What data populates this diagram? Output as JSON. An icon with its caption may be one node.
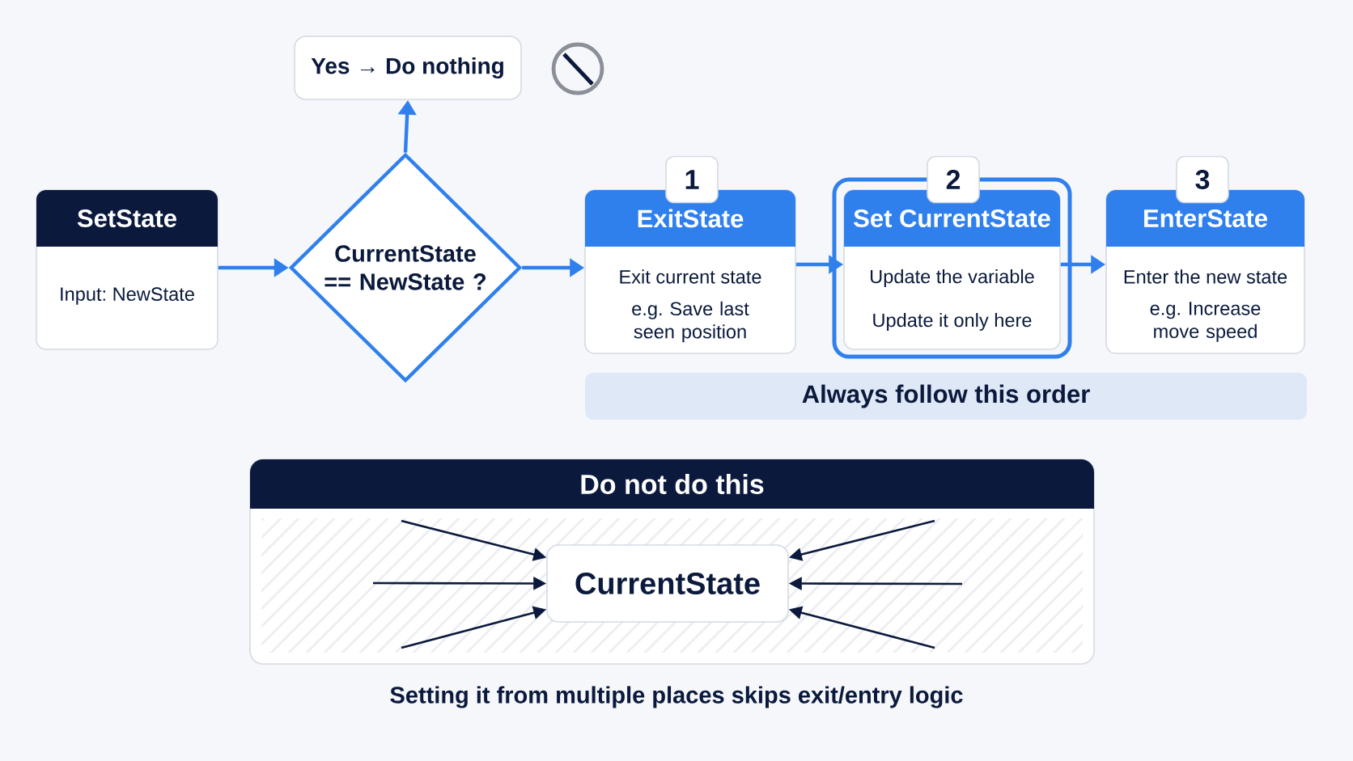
{
  "diagram": {
    "caption": "Setting it from multiple places skips exit/entry logic",
    "nodes": [
      {
        "text": [
          "SetState",
          "Input: NewState"
        ]
      },
      {
        "text": [
          "CurrentState == NewState ?"
        ]
      },
      {
        "text": [
          "Yes → Do nothing"
        ]
      },
      {
        "text": [
          "1"
        ]
      },
      {
        "text": [
          "ExitState",
          "Exit current state",
          "e.g. Save last seen position"
        ]
      },
      {
        "text": [
          "2"
        ]
      },
      {
        "text": [
          "Set CurrentState",
          "Update the variable",
          "Update it only here"
        ]
      },
      {
        "text": [
          "3"
        ]
      },
      {
        "text": [
          "EnterState",
          "Enter the new state",
          "e.g. Increase move speed"
        ]
      },
      {
        "text": [
          "Always follow this order"
        ]
      },
      {
        "text": [
          "Do not do this"
        ]
      },
      {
        "text": [
          "CurrentState"
        ],
        "in": 10
      }
    ],
    "edges": [
      {
        "from": 0,
        "to": 1,
        "arrow": "to",
        "color": "#2f80ed"
      },
      {
        "from": 1,
        "to": 2,
        "arrow": "to",
        "color": "#2f80ed"
      },
      {
        "from": 1,
        "to": 4,
        "arrow": "to",
        "color": "#2f80ed"
      },
      {
        "from": 4,
        "to": 6,
        "arrow": "to",
        "color": "#2f80ed"
      },
      {
        "from": 6,
        "to": 8,
        "arrow": "to",
        "color": "#2f80ed"
      },
      {
        "from": null,
        "to": 11,
        "arrow": "to",
        "color": "#0b1a3c"
      },
      {
        "from": null,
        "to": 11,
        "arrow": "to",
        "color": "#0b1a3c"
      },
      {
        "from": null,
        "to": 11,
        "arrow": "to",
        "color": "#0b1a3c"
      },
      {
        "from": null,
        "to": 11,
        "arrow": "to",
        "color": "#0b1a3c"
      },
      {
        "from": null,
        "to": 11,
        "arrow": "to",
        "color": "#0b1a3c"
      },
      {
        "from": null,
        "to": 11,
        "arrow": "to",
        "color": "#0b1a3c"
      }
    ]
  }
}
